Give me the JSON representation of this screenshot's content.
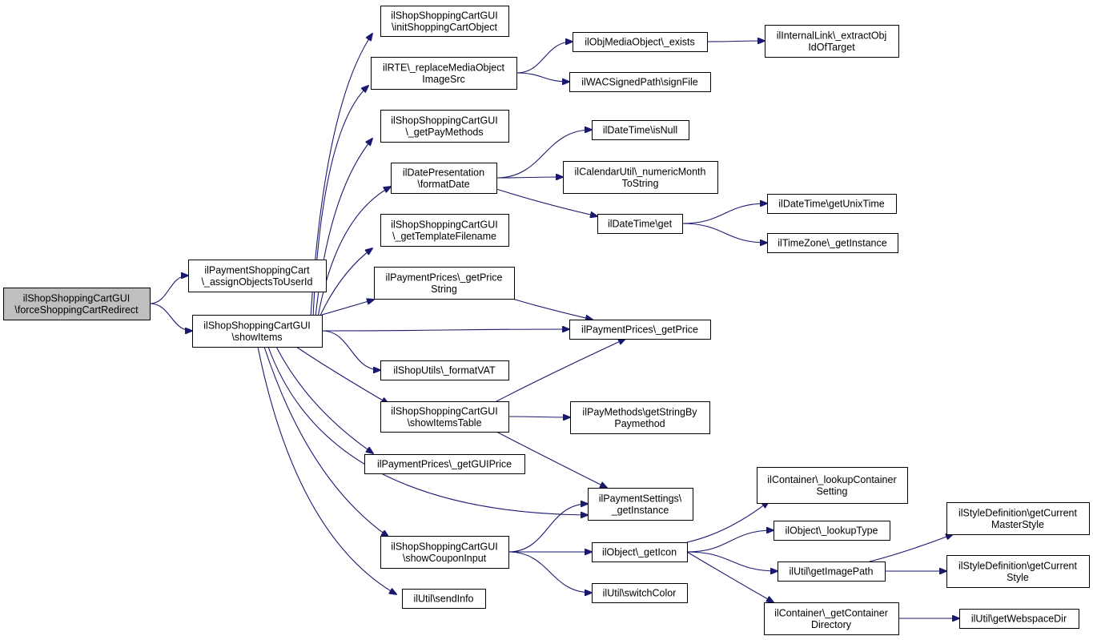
{
  "nodes": [
    {
      "id": "root",
      "lines": [
        "ilShopShoppingCartGUI",
        "\\forceShoppingCartRedirect"
      ],
      "highlight": true
    },
    {
      "id": "assign",
      "lines": [
        "ilPaymentShoppingCart",
        "\\_assignObjectsToUserId"
      ]
    },
    {
      "id": "showItems",
      "lines": [
        "ilShopShoppingCartGUI",
        "\\showItems"
      ]
    },
    {
      "id": "initCart",
      "lines": [
        "ilShopShoppingCartGUI",
        "\\initShoppingCartObject"
      ]
    },
    {
      "id": "rte",
      "lines": [
        "ilRTE\\_replaceMediaObject",
        "ImageSrc"
      ]
    },
    {
      "id": "payMethods",
      "lines": [
        "ilShopShoppingCartGUI",
        "\\_getPayMethods"
      ]
    },
    {
      "id": "datePres",
      "lines": [
        "ilDatePresentation",
        "\\formatDate"
      ]
    },
    {
      "id": "tplFile",
      "lines": [
        "ilShopShoppingCartGUI",
        "\\_getTemplateFilename"
      ]
    },
    {
      "id": "priceStr",
      "lines": [
        "ilPaymentPrices\\_getPrice",
        "String"
      ]
    },
    {
      "id": "vat",
      "lines": [
        "ilShopUtils\\_formatVAT"
      ]
    },
    {
      "id": "itemsTable",
      "lines": [
        "ilShopShoppingCartGUI",
        "\\showItemsTable"
      ]
    },
    {
      "id": "guiPrice",
      "lines": [
        "ilPaymentPrices\\_getGUIPrice"
      ]
    },
    {
      "id": "coupon",
      "lines": [
        "ilShopShoppingCartGUI",
        "\\showCouponInput"
      ]
    },
    {
      "id": "sendInfo",
      "lines": [
        "ilUtil\\sendInfo"
      ]
    },
    {
      "id": "mobExists",
      "lines": [
        "ilObjMediaObject\\_exists"
      ]
    },
    {
      "id": "signFile",
      "lines": [
        "ilWACSignedPath\\signFile"
      ]
    },
    {
      "id": "extractObj",
      "lines": [
        "ilInternalLink\\_extractObj",
        "IdOfTarget"
      ]
    },
    {
      "id": "isNull",
      "lines": [
        "ilDateTime\\isNull"
      ]
    },
    {
      "id": "calUtil",
      "lines": [
        "ilCalendarUtil\\_numericMonth",
        "ToString"
      ]
    },
    {
      "id": "dtGet",
      "lines": [
        "ilDateTime\\get"
      ]
    },
    {
      "id": "unixTime",
      "lines": [
        "ilDateTime\\getUnixTime"
      ]
    },
    {
      "id": "tzInst",
      "lines": [
        "ilTimeZone\\_getInstance"
      ]
    },
    {
      "id": "getPrice",
      "lines": [
        "ilPaymentPrices\\_getPrice"
      ]
    },
    {
      "id": "strByPay",
      "lines": [
        "ilPayMethods\\getStringBy",
        "Paymethod"
      ]
    },
    {
      "id": "paySettings",
      "lines": [
        "ilPaymentSettings\\",
        "_getInstance"
      ]
    },
    {
      "id": "getIcon",
      "lines": [
        "ilObject\\_getIcon"
      ]
    },
    {
      "id": "switchColor",
      "lines": [
        "ilUtil\\switchColor"
      ]
    },
    {
      "id": "lookupCont",
      "lines": [
        "ilContainer\\_lookupContainer",
        "Setting"
      ]
    },
    {
      "id": "lookupType",
      "lines": [
        "ilObject\\_lookupType"
      ]
    },
    {
      "id": "imagePath",
      "lines": [
        "ilUtil\\getImagePath"
      ]
    },
    {
      "id": "contDir",
      "lines": [
        "ilContainer\\_getContainer",
        "Directory"
      ]
    },
    {
      "id": "masterStyle",
      "lines": [
        "ilStyleDefinition\\getCurrent",
        "MasterStyle"
      ]
    },
    {
      "id": "curStyle",
      "lines": [
        "ilStyleDefinition\\getCurrent",
        "Style"
      ]
    },
    {
      "id": "webspace",
      "lines": [
        "ilUtil\\getWebspaceDir"
      ]
    }
  ],
  "edges": [
    [
      "root",
      "assign"
    ],
    [
      "root",
      "showItems"
    ],
    [
      "showItems",
      "initCart"
    ],
    [
      "showItems",
      "rte"
    ],
    [
      "showItems",
      "payMethods"
    ],
    [
      "showItems",
      "datePres"
    ],
    [
      "showItems",
      "tplFile"
    ],
    [
      "showItems",
      "priceStr"
    ],
    [
      "showItems",
      "getPrice"
    ],
    [
      "showItems",
      "vat"
    ],
    [
      "showItems",
      "itemsTable"
    ],
    [
      "showItems",
      "guiPrice"
    ],
    [
      "showItems",
      "paySettings"
    ],
    [
      "showItems",
      "coupon"
    ],
    [
      "showItems",
      "sendInfo"
    ],
    [
      "rte",
      "mobExists"
    ],
    [
      "rte",
      "signFile"
    ],
    [
      "mobExists",
      "extractObj"
    ],
    [
      "datePres",
      "isNull"
    ],
    [
      "datePres",
      "calUtil"
    ],
    [
      "datePres",
      "dtGet"
    ],
    [
      "dtGet",
      "unixTime"
    ],
    [
      "dtGet",
      "tzInst"
    ],
    [
      "priceStr",
      "getPrice"
    ],
    [
      "itemsTable",
      "getPrice"
    ],
    [
      "itemsTable",
      "strByPay"
    ],
    [
      "itemsTable",
      "paySettings"
    ],
    [
      "coupon",
      "paySettings"
    ],
    [
      "coupon",
      "getIcon"
    ],
    [
      "coupon",
      "switchColor"
    ],
    [
      "getIcon",
      "lookupCont"
    ],
    [
      "getIcon",
      "lookupType"
    ],
    [
      "getIcon",
      "imagePath"
    ],
    [
      "getIcon",
      "contDir"
    ],
    [
      "imagePath",
      "masterStyle"
    ],
    [
      "imagePath",
      "curStyle"
    ],
    [
      "contDir",
      "webspace"
    ]
  ]
}
